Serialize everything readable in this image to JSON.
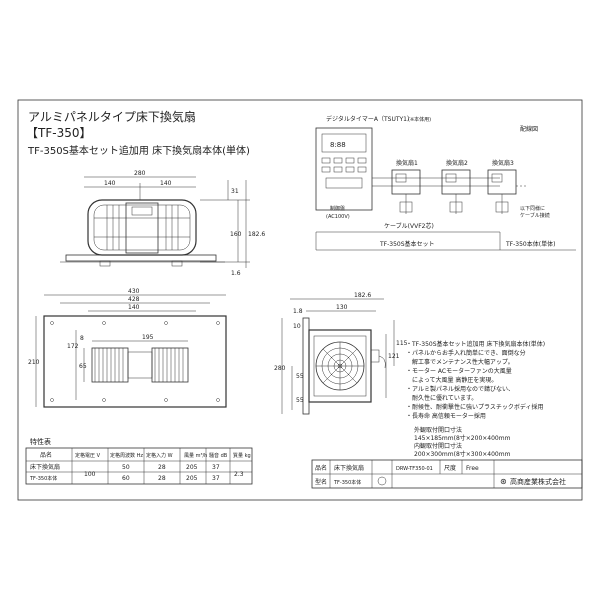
{
  "header": {
    "title": "アルミパネルタイプ床下換気扇",
    "model": "【TF-350】",
    "subtitle": "TF-350S基本セット追加用 床下換気扇本体(単体)"
  },
  "front_view": {
    "dim_top": "280",
    "dim_left": "140",
    "dim_right": "140",
    "dim_h1": "31",
    "dim_h2": "160",
    "dim_h3": "182.6",
    "dim_h4": "1.6"
  },
  "bottom_view": {
    "dim_outer": "430",
    "dim_mid": "428",
    "dim_inner": "140",
    "dim_inner2": "195",
    "dim_center": "195",
    "dim_left_v": "210",
    "dim_left_a": "8",
    "dim_left_b": "172",
    "dim_left_c": "65"
  },
  "side_view": {
    "dim_top": "182.6",
    "dim_sub": "130",
    "dim_left_a": "1.8",
    "dim_left_b": "10",
    "dim_v1": "280",
    "dim_v2": "115",
    "dim_v3": "121",
    "dim_v4": "55",
    "dim_v5": "55"
  },
  "wiring": {
    "timer_label": "デジタルタイマーA（TSUTY1）",
    "timer_sub": "(※本体用)",
    "timer_sub2": "制御盤",
    "timer_sub3": "(AC100V)",
    "fans": [
      "換気扇1",
      "換気扇2",
      "換気扇3"
    ],
    "extra_label": "配線図",
    "wire_label": "ケーブル(VVF2芯)",
    "set_label": "TF-350S基本セット",
    "unit_label": "TF-350本体(単体)",
    "end_label1": "以下同様に",
    "end_label2": "ケーブル接続"
  },
  "notes": [
    "・TF-350S基本セット追加用 床下換気扇本体(単体)",
    "・パネルからお手入れ簡単にでき、面倒な分",
    "　解工事でメンテナンス性大幅アップ。",
    "・モーター ACモーターファンの大風量",
    "　によって大風量 高静圧を実現。",
    "・アルミ製パネル採用なので錆びない、",
    "　耐久性に優れています。",
    "・耐候性、耐衝撃性に強いプラスチックボディ採用",
    "・長寿命 高信頼モーター採用"
  ],
  "opening": {
    "title": "外観取付開口寸法",
    "line1": "145×185mm(8寸×200×400mm",
    "sub": "内観取付開口寸法",
    "line2": "200×300mm(8寸×300×400mm"
  },
  "spec_table": {
    "title": "特性表",
    "headers": [
      "品名",
      "定格電圧\nV",
      "定格周波数\nHz",
      "定格入力\nW",
      "風量\nm³/h",
      "騒音\ndB",
      "質量\nkg"
    ],
    "rows": [
      [
        "床下換気扇",
        "100",
        "50",
        "28",
        "205",
        "37",
        "2.3"
      ],
      [
        "TF-350本体",
        "",
        "60",
        "28",
        "205",
        "37",
        ""
      ]
    ]
  },
  "title_block": {
    "label_name": "品名",
    "name": "床下換気扇",
    "label_model": "型名",
    "model": "TF-350本体",
    "doc_no": "DRW-TF350-01",
    "scale_label": "尺度",
    "scale": "Free",
    "company": "高商産業株式会社"
  }
}
